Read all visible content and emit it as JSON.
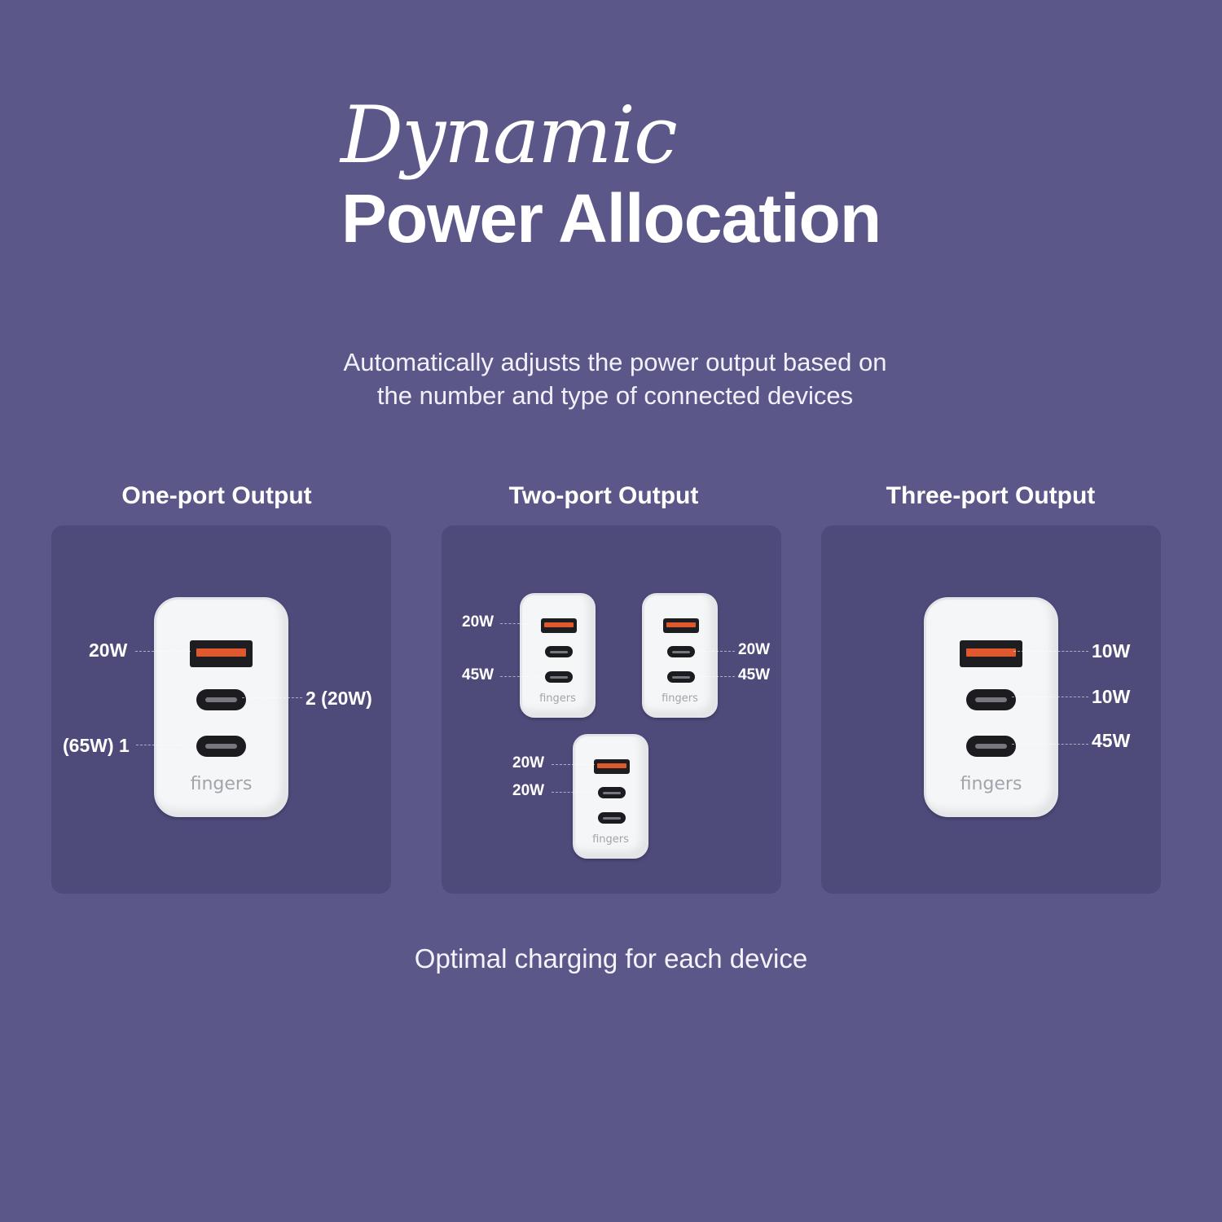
{
  "header": {
    "script_title": "Dynamic",
    "title": "Power Allocation",
    "subtitle_line1": "Automatically adjusts the power output based on",
    "subtitle_line2": "the number and type of connected devices"
  },
  "panels": [
    {
      "heading": "One-port Output",
      "labels": {
        "usb_a": "20W",
        "port2": "2 (20W)",
        "port1": "(65W) 1"
      },
      "brand": "fingers"
    },
    {
      "heading": "Two-port Output",
      "configs": [
        {
          "top": "20W",
          "bottom": "45W",
          "brand": "fingers"
        },
        {
          "top": "20W",
          "bottom": "45W",
          "brand": "fingers"
        },
        {
          "top": "20W",
          "bottom": "20W",
          "brand": "fingers"
        }
      ]
    },
    {
      "heading": "Three-port Output",
      "labels": {
        "usb_a": "10W",
        "port2": "10W",
        "port1": "45W"
      },
      "brand": "fingers"
    }
  ],
  "footer": "Optimal charging for each device",
  "colors": {
    "background": "#5b5889",
    "panel": "#4e4b7b",
    "usb_a_accent": "#e0582e"
  },
  "icons": [
    "usb-a-port-icon",
    "usb-c-port-icon",
    "charger-icon"
  ]
}
